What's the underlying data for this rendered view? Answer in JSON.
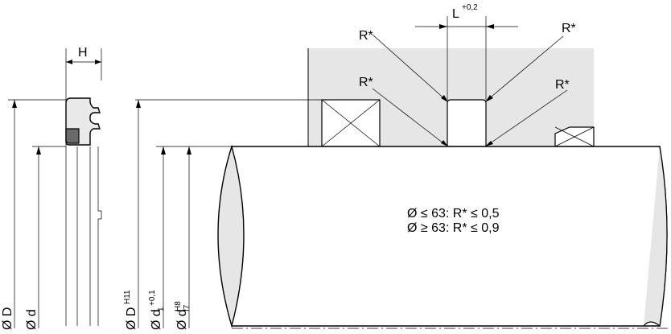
{
  "labels": {
    "H": "H",
    "L": "L",
    "L_tol": "+0,2",
    "R1": "R*",
    "R2": "R*",
    "R3": "R*",
    "R4": "R*",
    "note1": "Ø ≤ 63: R* ≤ 0,5",
    "note2": "Ø ≥ 63: R* ≤ 0,9",
    "dD_prefix": "Ø D",
    "dd_prefix": "Ø d",
    "dDH_prefix": "Ø D",
    "dDH_sup": "H11",
    "dd1_prefix": "Ø d",
    "dd1_sub": "1",
    "dd1_sup": "+0,1",
    "ddf_prefix": "Ø d",
    "ddf_sub": "f7",
    "ddf_sup": "H8"
  },
  "colors": {
    "housing_fill": "#e6e6e6",
    "seal_fill": "#e9e9e9",
    "seal_dark": "#6a6a6a",
    "line": "#000000"
  }
}
